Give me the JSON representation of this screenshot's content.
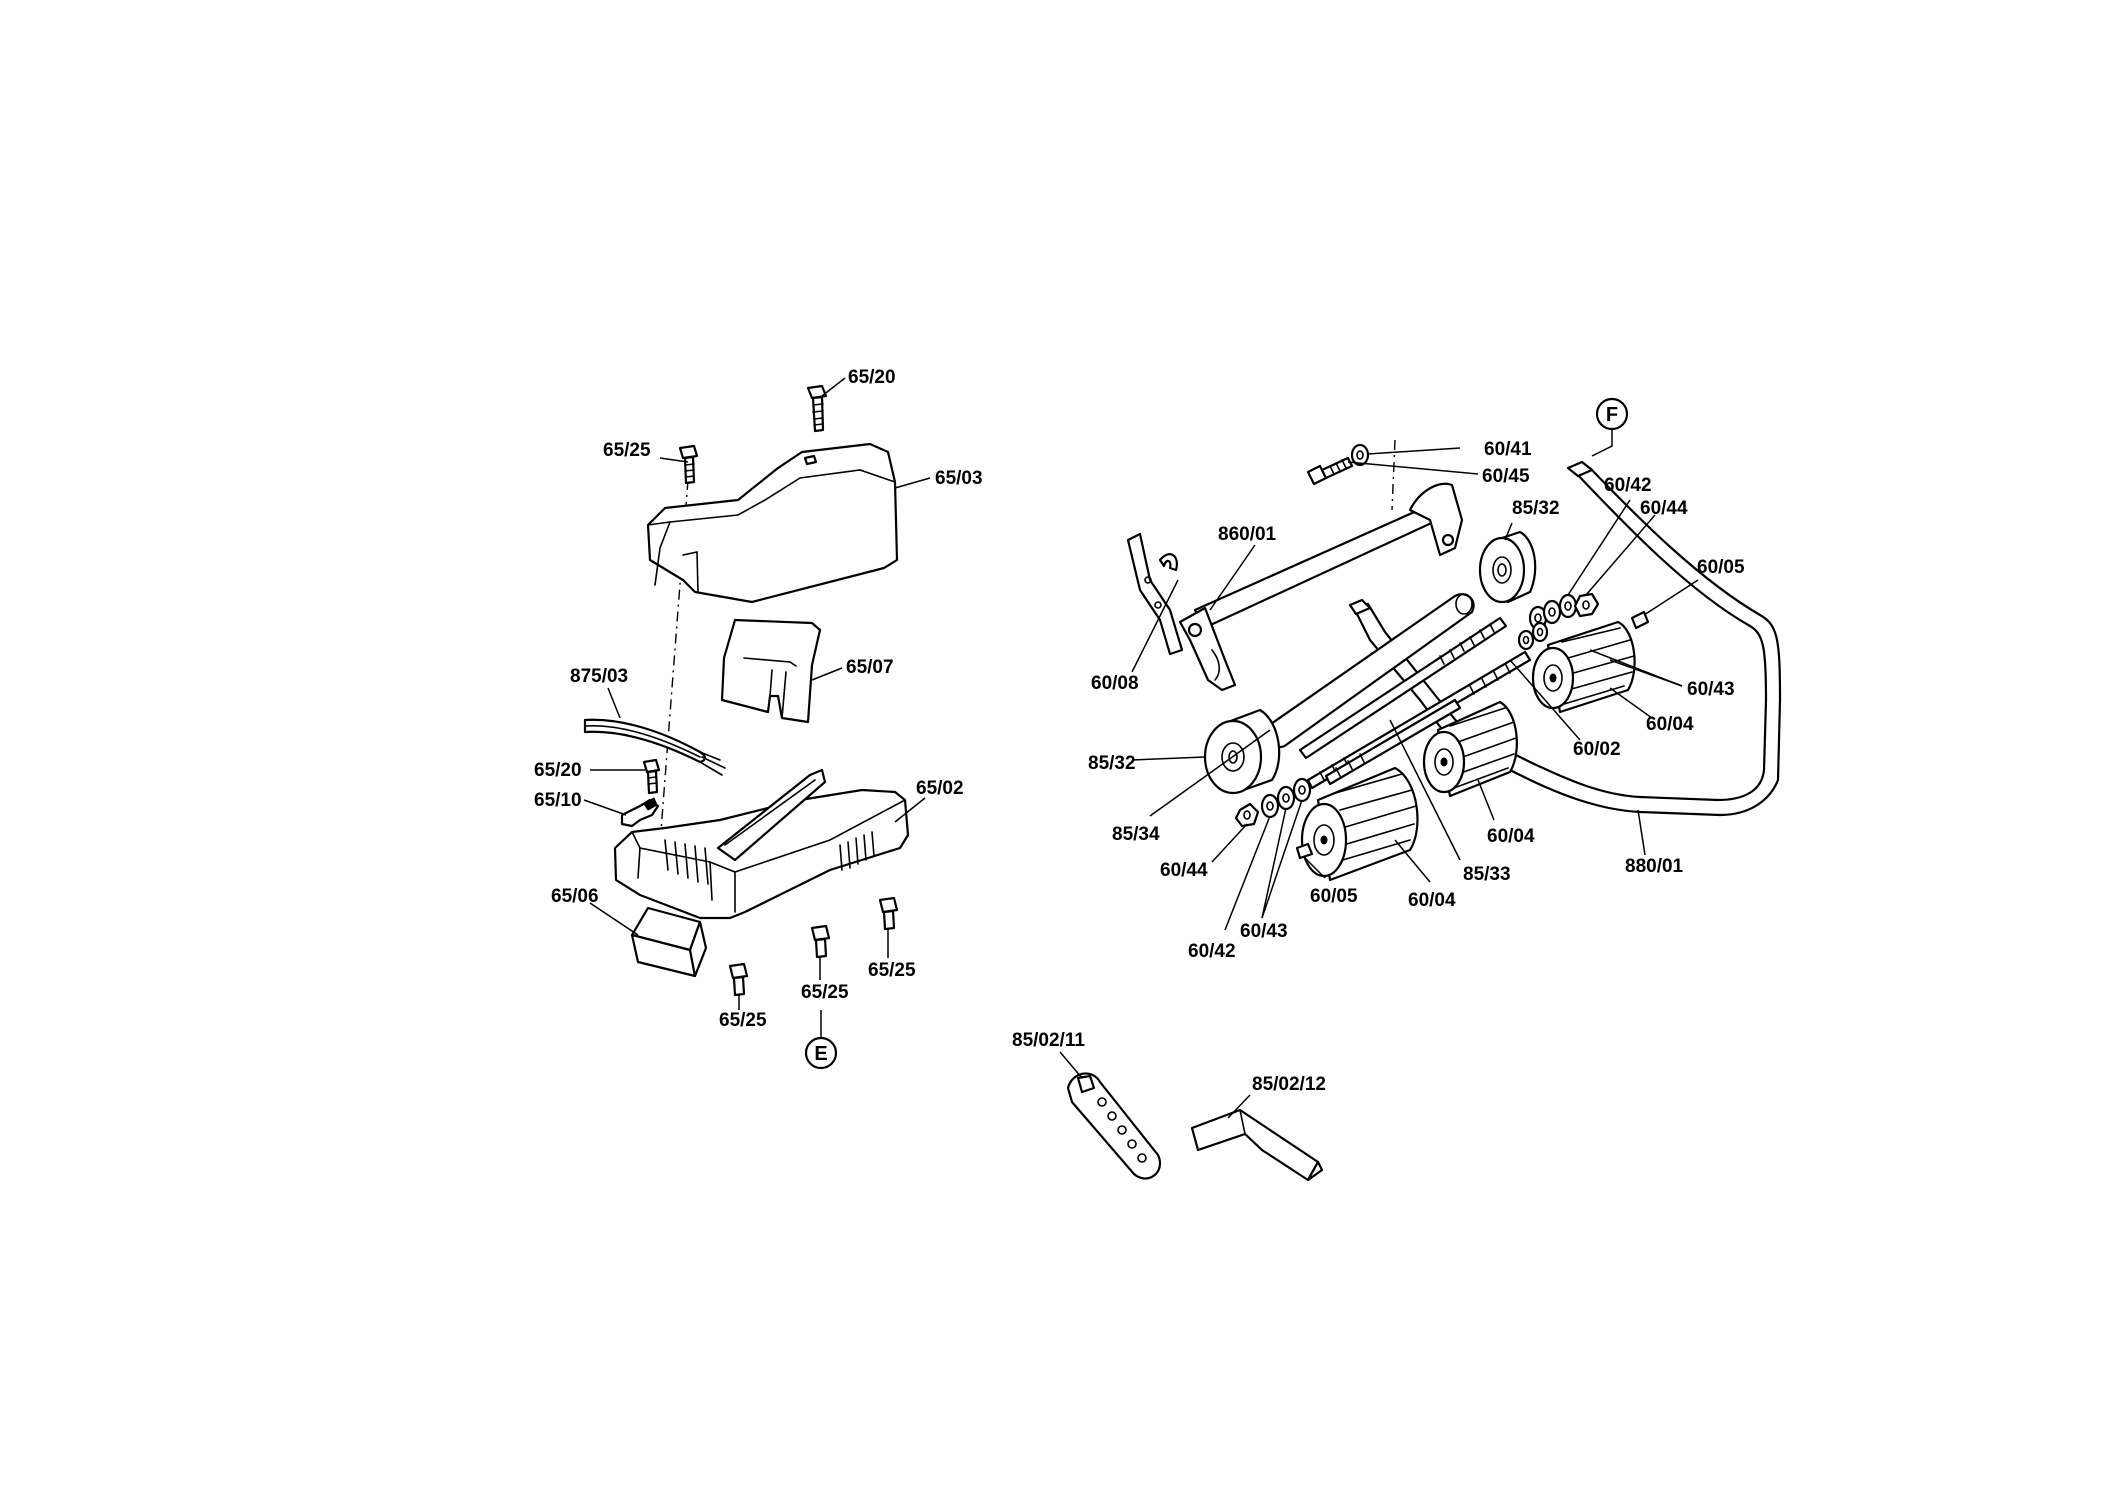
{
  "diagram": {
    "labels": {
      "l_65_20_top": "65/20",
      "l_65_25_top": "65/25",
      "l_65_03": "65/03",
      "l_65_07": "65/07",
      "l_875_03": "875/03",
      "l_65_20_mid": "65/20",
      "l_65_10": "65/10",
      "l_65_02": "65/02",
      "l_65_06": "65/06",
      "l_65_25_right": "65/25",
      "l_65_25_mid": "65/25",
      "l_65_25_low": "65/25",
      "l_60_41": "60/41",
      "l_60_45": "60/45",
      "l_860_01": "860/01",
      "l_85_32_top": "85/32",
      "l_60_42_top": "60/42",
      "l_60_44_top": "60/44",
      "l_60_05_top": "60/05",
      "l_60_08": "60/08",
      "l_60_43_right": "60/43",
      "l_60_04_right": "60/04",
      "l_60_02": "60/02",
      "l_85_32_left": "85/32",
      "l_85_34": "85/34",
      "l_60_04_mid": "60/04",
      "l_880_01": "880/01",
      "l_60_44_bot": "60/44",
      "l_85_33": "85/33",
      "l_60_05_bot": "60/05",
      "l_60_04_bot": "60/04",
      "l_60_43_bot": "60/43",
      "l_60_42_bot": "60/42",
      "l_85_02_11": "85/02/11",
      "l_85_02_12": "85/02/12"
    },
    "refs": {
      "ref_e": "E",
      "ref_f": "F"
    }
  }
}
